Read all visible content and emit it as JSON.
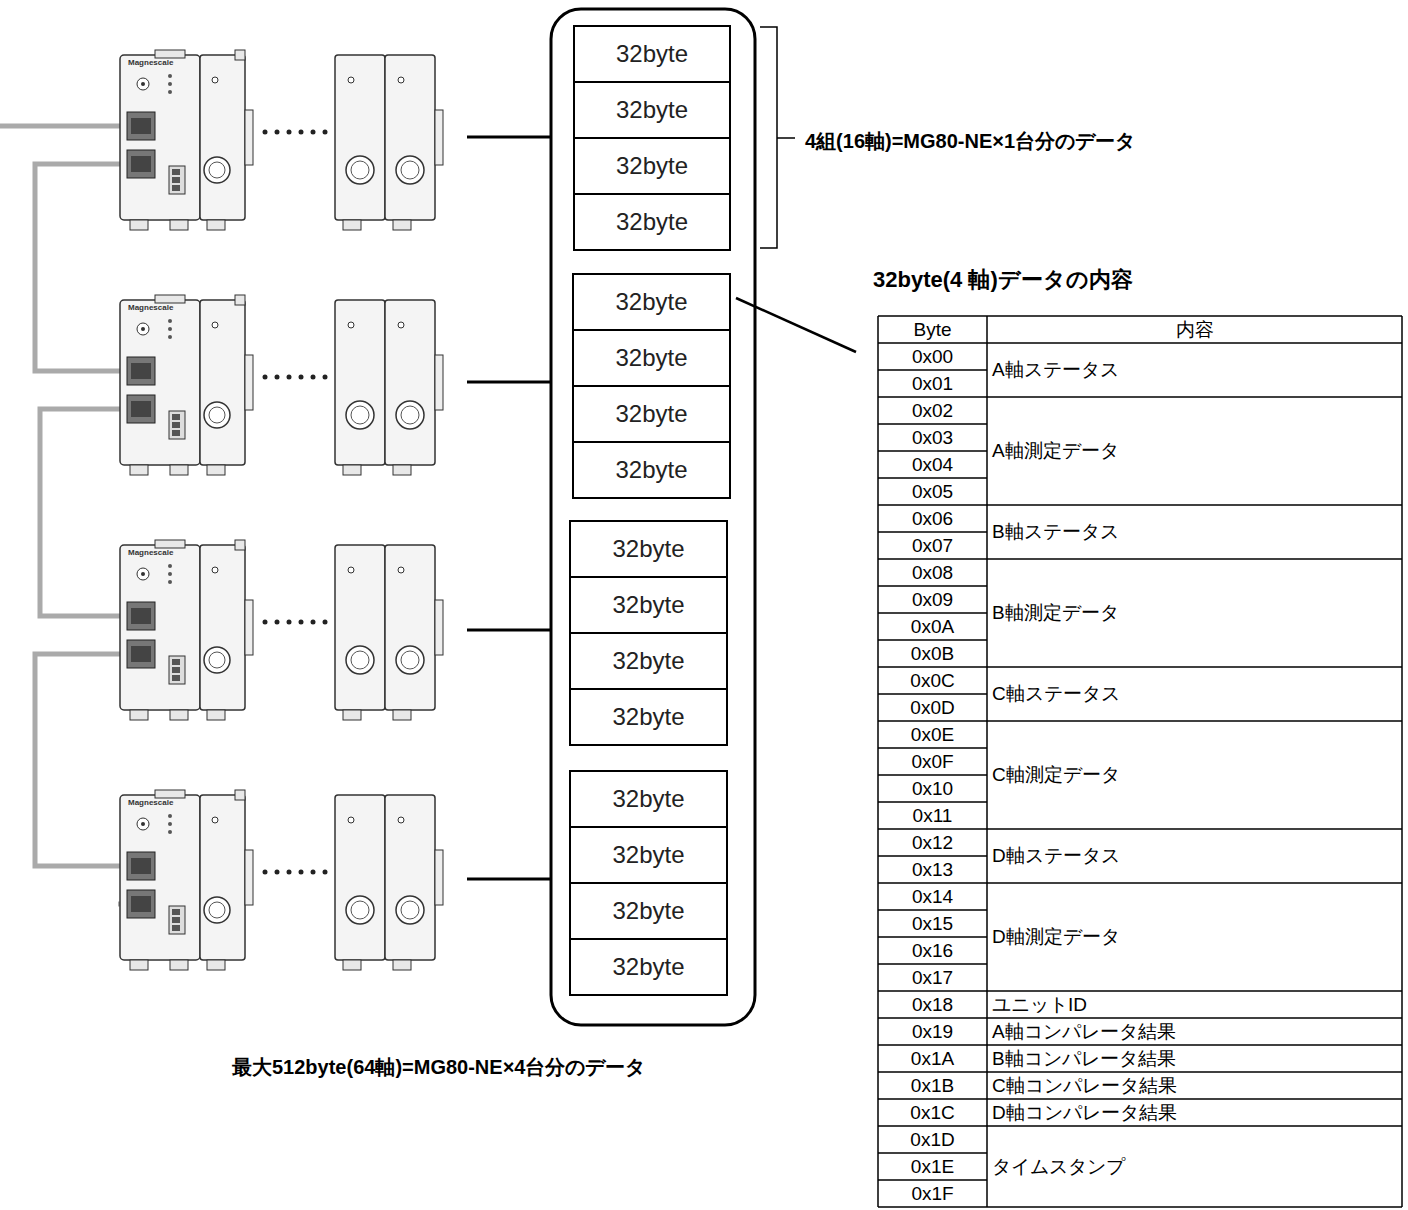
{
  "diagram": {
    "title": "32byte(4 軸)データの内容",
    "caption": "最大512byte(64軸)=MG80-NE×4台分のデータ",
    "nodes": [
      {
        "text": [
          "32byte"
        ]
      },
      {
        "text": [
          "32byte"
        ]
      },
      {
        "text": [
          "32byte"
        ]
      },
      {
        "text": [
          "32byte"
        ]
      },
      {
        "text": [
          "32byte"
        ]
      },
      {
        "text": [
          "32byte"
        ]
      },
      {
        "text": [
          "32byte"
        ]
      },
      {
        "text": [
          "32byte"
        ]
      },
      {
        "text": [
          "32byte"
        ]
      },
      {
        "text": [
          "32byte"
        ]
      },
      {
        "text": [
          "32byte"
        ]
      },
      {
        "text": [
          "32byte"
        ]
      },
      {
        "text": [
          "32byte"
        ]
      },
      {
        "text": [
          "32byte"
        ]
      },
      {
        "text": [
          "32byte"
        ]
      },
      {
        "text": [
          "32byte"
        ]
      }
    ],
    "labels": [
      "4組(16軸)=MG80-NE×1台分のデータ",
      "Magnescale",
      "Magnescale",
      "Magnescale",
      "Magnescale",
      "Byte",
      "内容",
      "0x00",
      "0x01",
      "0x02",
      "0x03",
      "0x04",
      "0x05",
      "0x06",
      "0x07",
      "0x08",
      "0x09",
      "0x0A",
      "0x0B",
      "0x0C",
      "0x0D",
      "0x0E",
      "0x0F",
      "0x10",
      "0x11",
      "0x12",
      "0x13",
      "0x14",
      "0x15",
      "0x16",
      "0x17",
      "0x18",
      "0x19",
      "0x1A",
      "0x1B",
      "0x1C",
      "0x1D",
      "0x1E",
      "0x1F",
      "A軸ステータス",
      "A軸測定データ",
      "B軸ステータス",
      "B軸測定データ",
      "C軸ステータス",
      "C軸測定データ",
      "D軸ステータス",
      "D軸測定データ",
      "ユニットID",
      "A軸コンパレータ結果",
      "B軸コンパレータ結果",
      "C軸コンパレータ結果",
      "D軸コンパレータ結果",
      "タイムスタンプ"
    ]
  }
}
